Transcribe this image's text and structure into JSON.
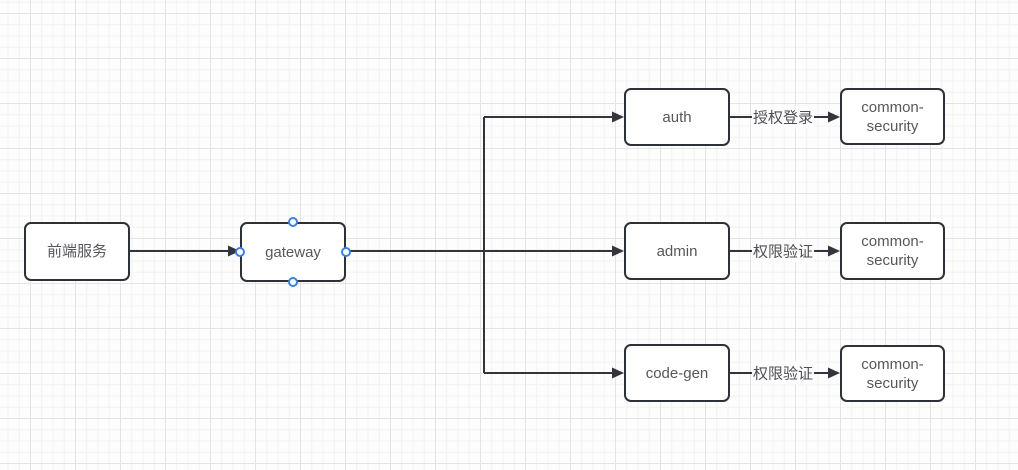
{
  "diagram": {
    "type": "flowchart",
    "nodes": {
      "frontend": {
        "label": "前端服务"
      },
      "gateway": {
        "label": "gateway"
      },
      "auth": {
        "label": "auth"
      },
      "admin": {
        "label": "admin"
      },
      "codegen": {
        "label": "code-gen"
      },
      "security_auth": {
        "label": "common-security"
      },
      "security_admin": {
        "label": "common-security"
      },
      "security_codegen": {
        "label": "common-security"
      }
    },
    "edges": {
      "auth_security": {
        "label": "授权登录"
      },
      "admin_security": {
        "label": "权限验证"
      },
      "codegen_security": {
        "label": "权限验证"
      }
    },
    "colors": {
      "node_border": "#2f3138",
      "node_fill": "#ffffff",
      "node_text": "#56565c",
      "edge_stroke": "#33343c",
      "edge_label_text": "#4e4e55",
      "connection_point": "#3b82e0",
      "grid_minor": "#f2f2f4",
      "grid_major": "#e3e3e6",
      "canvas_background": "#fdfdfd"
    }
  }
}
